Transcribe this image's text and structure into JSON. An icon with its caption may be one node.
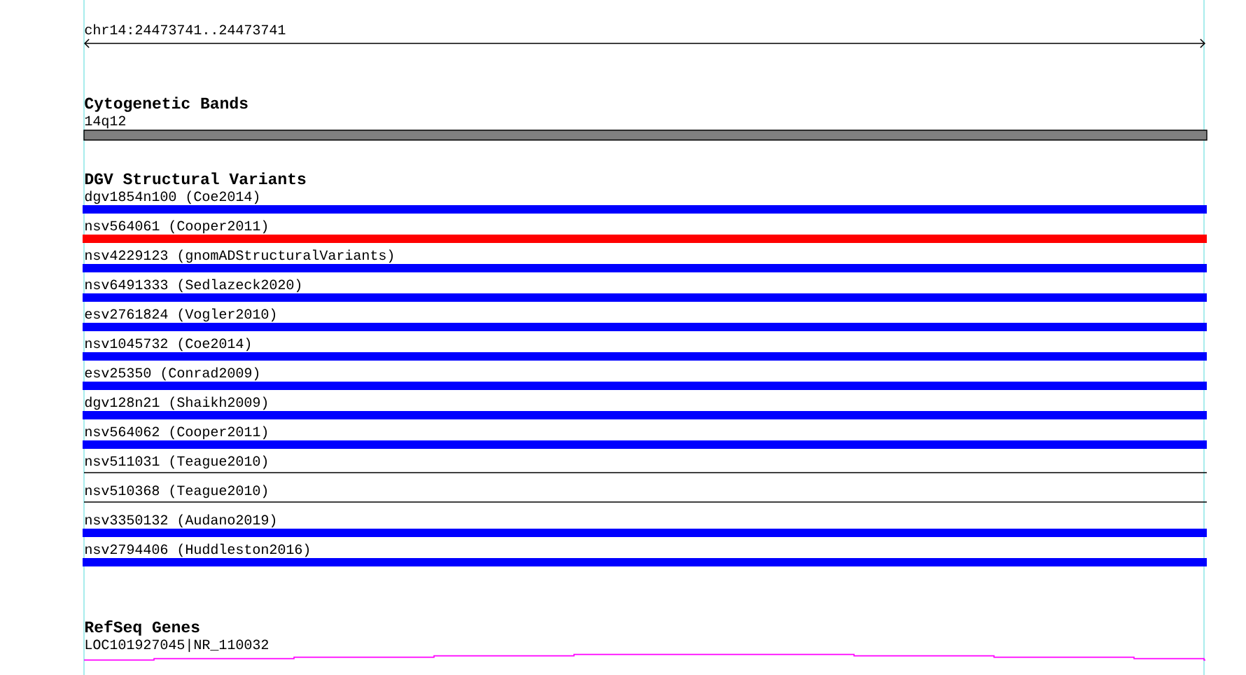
{
  "diagram": {
    "nodes": [
      {
        "text": [
          "14q12"
        ]
      },
      {
        "text": [
          "dgv1854n100 (Coe2014)"
        ]
      },
      {
        "text": [
          "nsv564061 (Cooper2011)"
        ]
      },
      {
        "text": [
          "nsv4229123 (gnomADStructuralVariants)"
        ]
      },
      {
        "text": [
          "nsv6491333 (Sedlazeck2020)"
        ]
      },
      {
        "text": [
          "esv2761824 (Vogler2010)"
        ]
      },
      {
        "text": [
          "nsv1045732 (Coe2014)"
        ]
      },
      {
        "text": [
          "esv25350 (Conrad2009)"
        ]
      },
      {
        "text": [
          "dgv128n21 (Shaikh2009)"
        ]
      },
      {
        "text": [
          "nsv564062 (Cooper2011)"
        ]
      },
      {
        "text": [
          "nsv511031 (Teague2010)"
        ]
      },
      {
        "text": [
          "nsv510368 (Teague2010)"
        ]
      },
      {
        "text": [
          "nsv3350132 (Audano2019)"
        ]
      },
      {
        "text": [
          "nsv2794406 (Huddleston2016)"
        ]
      },
      {
        "text": [
          "LOC101927045|NR_110032"
        ]
      }
    ],
    "edges": [],
    "labels": [
      "chr14:24473741..24473741",
      "Cytogenetic Bands",
      "DGV Structural Variants",
      "RefSeq Genes"
    ]
  }
}
